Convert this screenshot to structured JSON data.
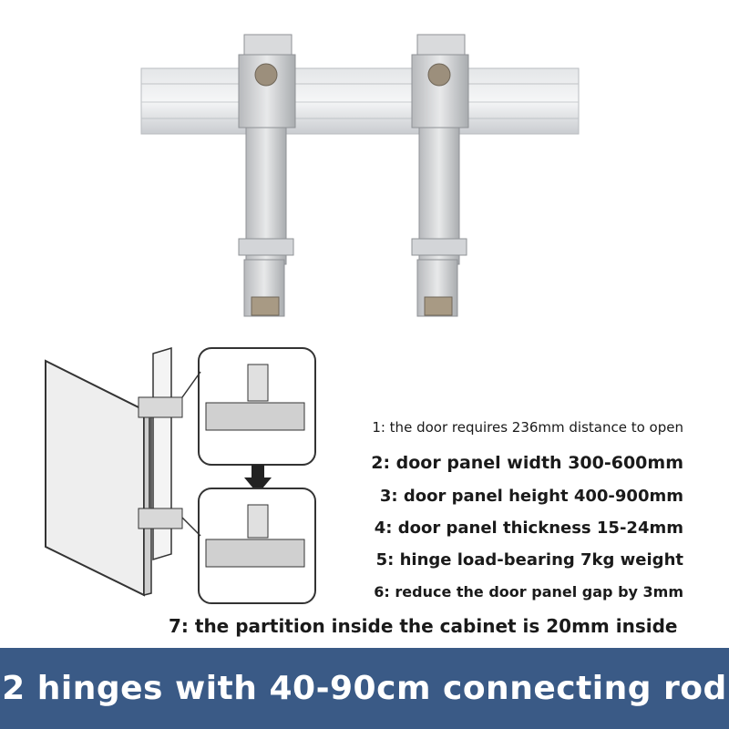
{
  "specs": [
    "1: the door requires 236mm distance to open",
    "2: door panel width 300-600mm",
    "3: door panel height 400-900mm",
    "4: door panel thickness 15-24mm",
    "5: hinge load-bearing 7kg weight",
    "6: reduce the door panel gap by 3mm",
    "7: the partition inside the cabinet is 20mm inside"
  ],
  "banner": {
    "text": "2 hinges with 40-90cm connecting rod",
    "color": "#3a5a86"
  }
}
